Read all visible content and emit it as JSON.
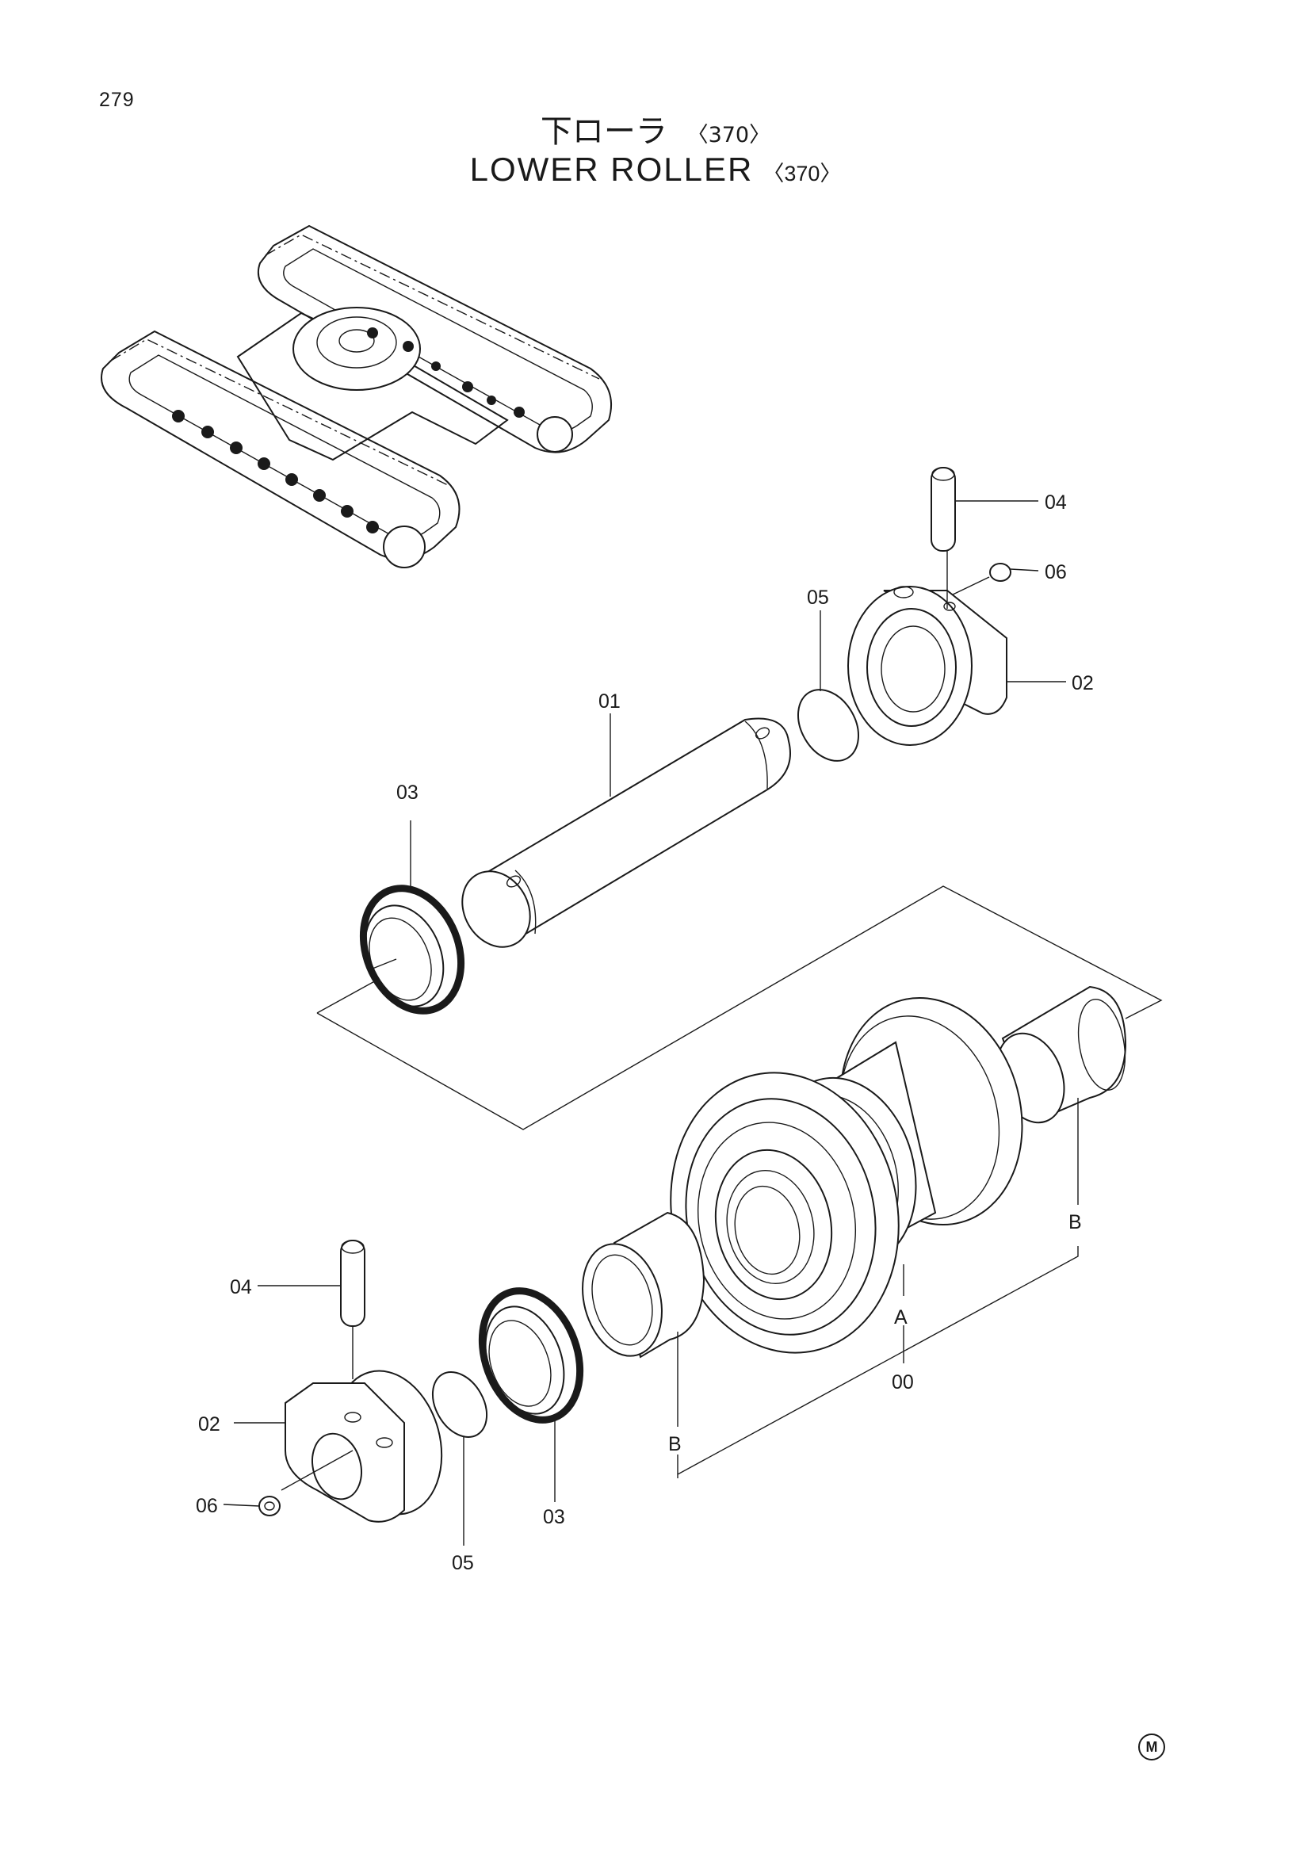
{
  "page_number": "279",
  "title_jp": "下ローラ",
  "title_en": "LOWER ROLLER",
  "model_code": "〈370〉",
  "corner_mark": "M",
  "callouts": {
    "pin_top": "04",
    "plug_top": "06",
    "oring_top": "05",
    "collar_top": "02",
    "shaft": "01",
    "seal_top": "03",
    "roller_assy_A": "A",
    "roller_assy": "00",
    "bushing_right": "B",
    "bushing_left": "B",
    "pin_bottom": "04",
    "collar_bottom": "02",
    "plug_bottom": "06",
    "seal_bottom": "03",
    "oring_bottom": "05"
  }
}
